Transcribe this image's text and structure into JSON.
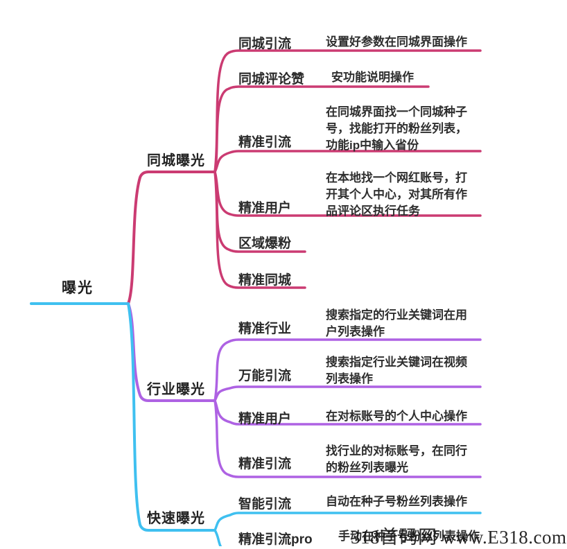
{
  "root": {
    "label": "曝光"
  },
  "colors": {
    "same_city": "#cb3b72",
    "industry": "#ae62e3",
    "quick": "#3fc0f0",
    "text": "#2e2e2e"
  },
  "branches": [
    {
      "label": "同城曝光",
      "children": [
        {
          "label": "同城引流",
          "desc": "设置好参数在同城界面操作"
        },
        {
          "label": "同城评论赞",
          "desc": "安功能说明操作"
        },
        {
          "label": "精准引流",
          "desc": "在同城界面找一个同城种子号，找能打开的粉丝列表，功能ip中输入省份"
        },
        {
          "label": "精准用户",
          "desc": "在本地找一个网红账号，打开其个人中心，对其所有作品评论区执行任务"
        },
        {
          "label": "区域爆粉",
          "desc": ""
        },
        {
          "label": "精准同城",
          "desc": ""
        }
      ]
    },
    {
      "label": "行业曝光",
      "children": [
        {
          "label": "精准行业",
          "desc": "搜索指定的行业关键词在用户列表操作"
        },
        {
          "label": "万能引流",
          "desc": "搜索指定行业关键词在视频列表操作"
        },
        {
          "label": "精准用户",
          "desc": "在对标账号的个人中心操作"
        },
        {
          "label": "精准引流",
          "desc": "找行业的对标账号，在同行的粉丝列表曝光"
        }
      ]
    },
    {
      "label": "快速曝光",
      "children": [
        {
          "label": "智能引流",
          "desc": "自动在种子号粉丝列表操作"
        },
        {
          "label": "精准引流pro",
          "desc": "手动在种子号粉丝列表操作"
        }
      ]
    }
  ],
  "watermark": "318首码网 www.E318.com"
}
